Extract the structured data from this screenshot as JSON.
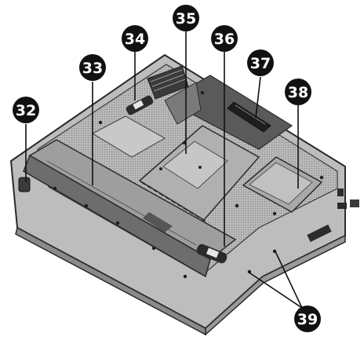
{
  "diagram": {
    "callouts": [
      {
        "id": "32",
        "label": "32"
      },
      {
        "id": "33",
        "label": "33"
      },
      {
        "id": "34",
        "label": "34"
      },
      {
        "id": "35",
        "label": "35"
      },
      {
        "id": "36",
        "label": "36"
      },
      {
        "id": "37",
        "label": "37"
      },
      {
        "id": "38",
        "label": "38"
      },
      {
        "id": "39",
        "label": "39"
      }
    ]
  }
}
